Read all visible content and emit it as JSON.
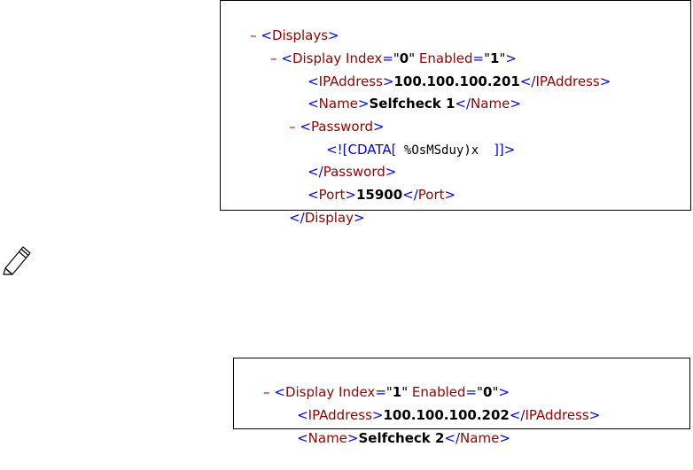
{
  "box1": {
    "displays": {
      "minus": "–",
      "open_lt": "<",
      "tag": "Displays",
      "open_gt": ">"
    },
    "display0": {
      "minus": "–",
      "open_lt": "<",
      "tag": "Display",
      "attr1_name": "Index",
      "attr1_eq": "=",
      "attr1_quote_open": "\"",
      "attr1_value": "0",
      "attr1_quote_close": "\"",
      "attr2_name": "Enabled",
      "attr2_eq": "=",
      "attr2_quote_open": "\"",
      "attr2_value": "1",
      "attr2_quote_close": "\"",
      "open_gt": ">"
    },
    "ip": {
      "open_lt": "<",
      "tag": "IPAddress",
      "open_gt": ">",
      "value": "100.100.100.201",
      "close_lt": "</",
      "close_tag": "IPAddress",
      "close_gt": ">"
    },
    "name": {
      "open_lt": "<",
      "tag": "Name",
      "open_gt": ">",
      "value": "Selfcheck 1",
      "close_lt": "</",
      "close_tag": "Name",
      "close_gt": ">"
    },
    "password_open": {
      "minus": "–",
      "open_lt": "<",
      "tag": "Password",
      "open_gt": ">"
    },
    "cdata": {
      "open": "<![CDATA[",
      "value": " %OsMSduy)x  ",
      "close": "]]>"
    },
    "password_close": {
      "close_lt": "</",
      "tag": "Password",
      "close_gt": ">"
    },
    "port": {
      "open_lt": "<",
      "tag": "Port",
      "open_gt": ">",
      "value": "15900",
      "close_lt": "</",
      "close_tag": "Port",
      "close_gt": ">"
    },
    "display_close": {
      "close_lt": "</",
      "tag": "Display",
      "close_gt": ">"
    }
  },
  "box2": {
    "display1": {
      "minus": "–",
      "open_lt": "<",
      "tag": "Display",
      "attr1_name": "Index",
      "attr1_eq": "=",
      "attr1_quote_open": "\"",
      "attr1_value": "1",
      "attr1_quote_close": "\"",
      "attr2_name": "Enabled",
      "attr2_eq": "=",
      "attr2_quote_open": "\"",
      "attr2_value": "0",
      "attr2_quote_close": "\"",
      "open_gt": ">"
    },
    "ip": {
      "open_lt": "<",
      "tag": "IPAddress",
      "open_gt": ">",
      "value": "100.100.100.202",
      "close_lt": "</",
      "close_tag": "IPAddress",
      "close_gt": ">"
    },
    "name": {
      "open_lt": "<",
      "tag": "Name",
      "open_gt": ">",
      "value": "Selfcheck 2",
      "close_lt": "</",
      "close_tag": "Name",
      "close_gt": ">"
    }
  },
  "note_icon": "pencil-note-icon",
  "colors": {
    "minus": "#d00000",
    "bracket": "#0000ff",
    "tag": "#990000",
    "value": "#000000"
  }
}
